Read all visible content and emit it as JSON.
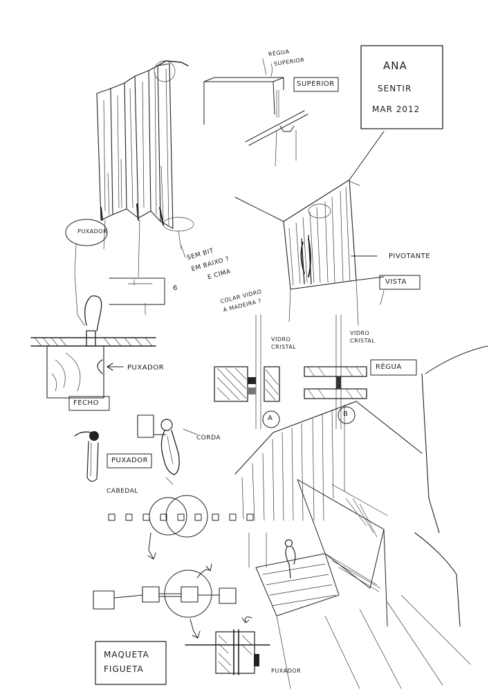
{
  "title_block": {
    "author": "ANA",
    "subtitle": "SENTIR",
    "date": "MAR 2012"
  },
  "labels": {
    "puxador_top": "PUXADOR",
    "puxador_mid": "PUXADOR",
    "puxador_bottom": "PUXADOR",
    "puxador_box": "PUXADOR",
    "number_6": "6",
    "sem_bit_1": "SEM BIT",
    "sem_bit_2": "EM BAIXO ?",
    "sem_bit_3": "E CIMA",
    "colar_1": "COLAR VIDRO",
    "colar_2": "À MADEIRA ?",
    "fecho": "FECHO",
    "corda": "CORDA",
    "cabedal": "CABEDAL",
    "regua_top_1": "RÉGUA",
    "regua_top_2": "SUPERIOR",
    "superior": "SUPERIOR",
    "pivotante": "PIVOTANTE",
    "vista": "VISTA",
    "vidro_cristal_a_1": "VIDRO",
    "vidro_cristal_a_2": "CRISTAL",
    "vidro_cristal_b_1": "VIDRO",
    "vidro_cristal_b_2": "CRISTAL",
    "regua": "RÉGUA",
    "detail_a": "A",
    "detail_b": "B",
    "maqueta_1": "MAQUETA",
    "maqueta_2": "FIGUETA"
  }
}
